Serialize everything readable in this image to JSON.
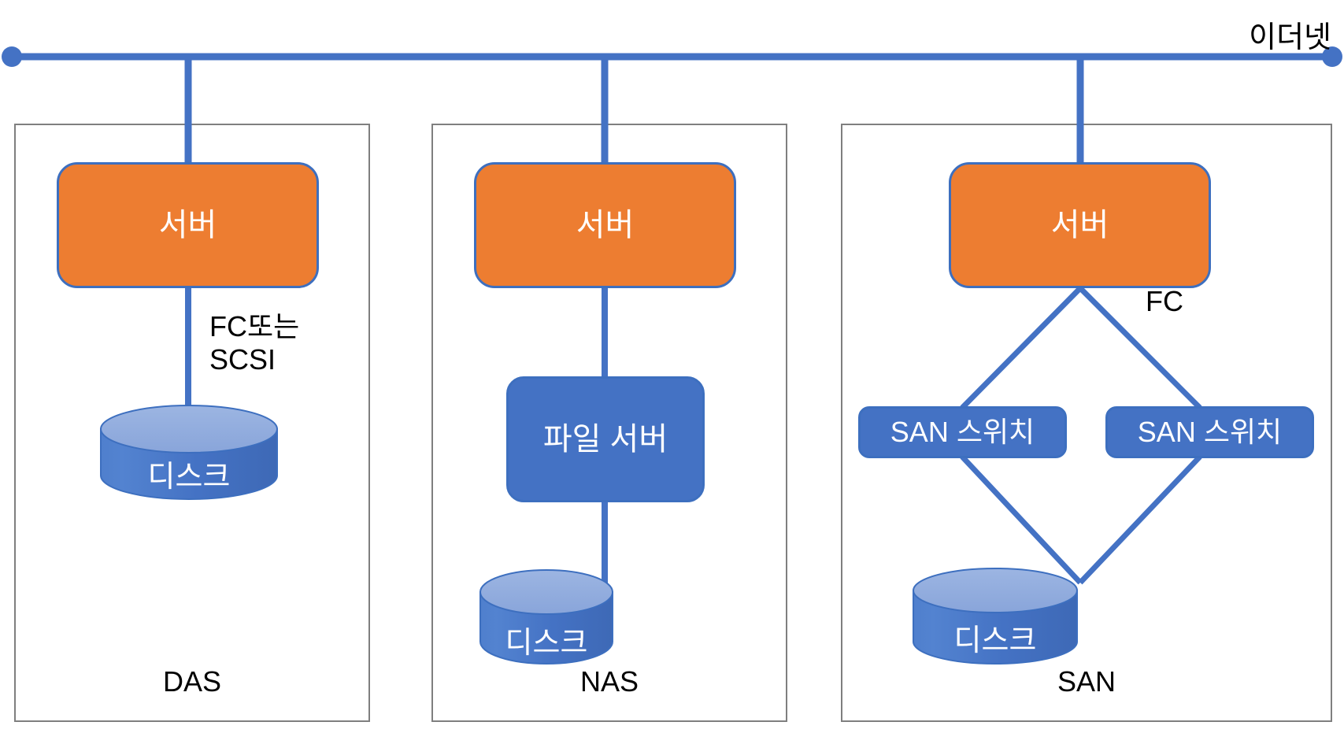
{
  "diagram": {
    "title_visible": false,
    "colors": {
      "ethernet_line": "#4472C4",
      "server_fill": "#ED7D31",
      "server_border": "#3D6FBF",
      "blue_fill": "#4472C4",
      "blue_border": "#3D6FBF",
      "cylinder_body": "#4472C4",
      "cylinder_top": "#8EA9DB",
      "panel_border": "#7F7F7F",
      "text_on_fill": "#FFFFFF",
      "text_plain": "#000000"
    },
    "network": {
      "label": "이더넷",
      "type": "bus-line"
    },
    "panels": [
      {
        "id": "das",
        "label": "DAS",
        "nodes": [
          {
            "id": "das-server",
            "label": "서버",
            "shape": "rounded-rect",
            "style": "server"
          },
          {
            "id": "das-disk",
            "label": "디스크",
            "shape": "cylinder",
            "style": "disk"
          }
        ],
        "edges": [
          {
            "from": "ethernet",
            "to": "das-server",
            "label": ""
          },
          {
            "from": "das-server",
            "to": "das-disk",
            "label": "FC또는\nSCSI"
          }
        ]
      },
      {
        "id": "nas",
        "label": "NAS",
        "nodes": [
          {
            "id": "nas-server",
            "label": "서버",
            "shape": "rounded-rect",
            "style": "server"
          },
          {
            "id": "nas-fileserver",
            "label": "파일 서버",
            "shape": "rounded-rect",
            "style": "blue"
          },
          {
            "id": "nas-disk",
            "label": "디스크",
            "shape": "cylinder",
            "style": "disk"
          }
        ],
        "edges": [
          {
            "from": "ethernet",
            "to": "nas-server",
            "label": ""
          },
          {
            "from": "nas-server",
            "to": "nas-fileserver",
            "label": ""
          },
          {
            "from": "nas-fileserver",
            "to": "nas-disk",
            "label": ""
          }
        ]
      },
      {
        "id": "san",
        "label": "SAN",
        "nodes": [
          {
            "id": "san-server",
            "label": "서버",
            "shape": "rounded-rect",
            "style": "server"
          },
          {
            "id": "san-switch-left",
            "label": "SAN 스위치",
            "shape": "rounded-rect",
            "style": "blue"
          },
          {
            "id": "san-switch-right",
            "label": "SAN 스위치",
            "shape": "rounded-rect",
            "style": "blue"
          },
          {
            "id": "san-disk",
            "label": "디스크",
            "shape": "cylinder",
            "style": "disk"
          }
        ],
        "edges": [
          {
            "from": "ethernet",
            "to": "san-server",
            "label": ""
          },
          {
            "from": "san-server",
            "to": "san-switch-left",
            "label": "FC"
          },
          {
            "from": "san-server",
            "to": "san-switch-right",
            "label": "FC"
          },
          {
            "from": "san-switch-left",
            "to": "san-disk",
            "label": ""
          },
          {
            "from": "san-switch-right",
            "to": "san-disk",
            "label": ""
          }
        ]
      }
    ],
    "labels": {
      "ethernet": "이더넷",
      "fc_or_scsi": "FC또는\nSCSI",
      "fc": "FC",
      "server": "서버",
      "file_server": "파일 서버",
      "san_switch_left": "SAN 스위치",
      "san_switch_right": "SAN 스위치",
      "disk_das": "디스크",
      "disk_nas": "디스크",
      "disk_san": "디스크",
      "das": "DAS",
      "nas": "NAS",
      "san": "SAN"
    }
  }
}
